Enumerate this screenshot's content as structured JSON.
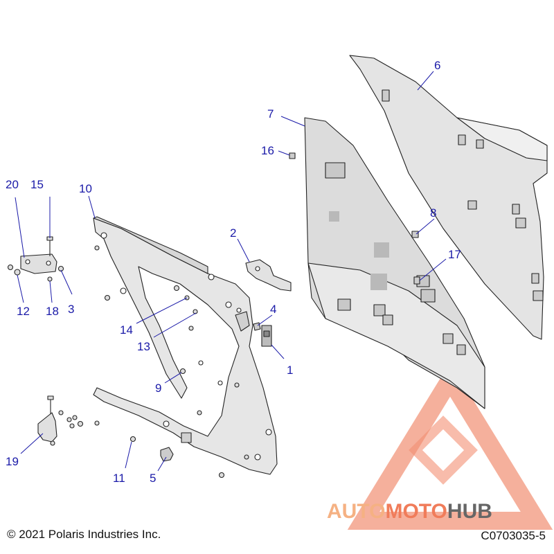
{
  "callouts": [
    {
      "number": "1"
    },
    {
      "number": "2"
    },
    {
      "number": "3"
    },
    {
      "number": "4"
    },
    {
      "number": "5"
    },
    {
      "number": "6"
    },
    {
      "number": "7"
    },
    {
      "number": "8"
    },
    {
      "number": "9"
    },
    {
      "number": "10"
    },
    {
      "number": "11"
    },
    {
      "number": "12"
    },
    {
      "number": "13"
    },
    {
      "number": "14"
    },
    {
      "number": "15"
    },
    {
      "number": "16"
    },
    {
      "number": "17"
    },
    {
      "number": "18"
    },
    {
      "number": "19"
    },
    {
      "number": "20"
    }
  ],
  "footer": {
    "copyright": "© 2021 Polaris Industries Inc.",
    "figure_code": "C0703035-5"
  },
  "watermark": {
    "part1": "AUTO",
    "part2": "MOTO",
    "part3": "HUB",
    "color_primary": "#f07c5a",
    "color_secondary": "#f5b183",
    "color_dark": "#666666"
  },
  "colors": {
    "callout": "#1a1aa8"
  }
}
